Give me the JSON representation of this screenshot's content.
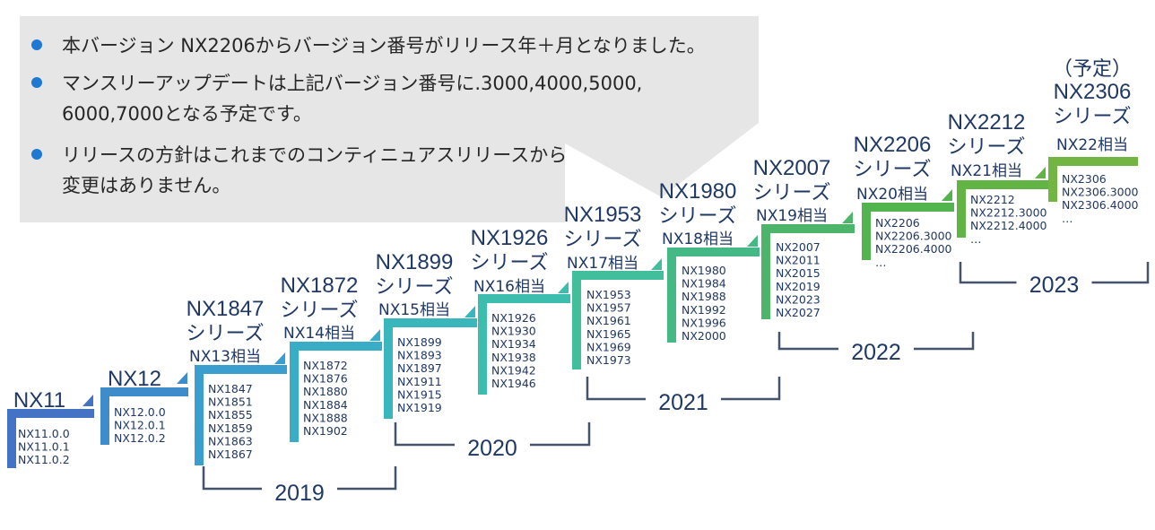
{
  "callout": {
    "bullets": [
      {
        "lines": [
          "本バージョン NX2206からバージョン番号がリリース年＋月となりました。"
        ]
      },
      {
        "lines": [
          "マンスリーアップデートは上記バージョン番号に.3000,4000,5000,",
          "6000,7000となる予定です。"
        ]
      },
      {
        "lines": [
          "リリースの方針はこれまでのコンティニュアスリリースから",
          "変更はありません。"
        ]
      }
    ]
  },
  "releases": [
    {
      "id": "nx11",
      "title": [
        "NX11"
      ],
      "equiv": "",
      "versions": [
        "NX11.0.0",
        "NX11.0.1",
        "NX11.0.2"
      ],
      "color": "#4472C4"
    },
    {
      "id": "nx12",
      "title": [
        "NX12"
      ],
      "equiv": "",
      "versions": [
        "NX12.0.0",
        "NX12.0.1",
        "NX12.0.2"
      ],
      "color": "#3F8CCB"
    },
    {
      "id": "nx1847",
      "title": [
        "NX1847",
        "シリーズ"
      ],
      "equiv": "NX13相当",
      "versions": [
        "NX1847",
        "NX1851",
        "NX1855",
        "NX1859",
        "NX1863",
        "NX1867"
      ],
      "color": "#3A9ECE"
    },
    {
      "id": "nx1872",
      "title": [
        "NX1872",
        "シリーズ"
      ],
      "equiv": "NX14相当",
      "versions": [
        "NX1872",
        "NX1876",
        "NX1880",
        "NX1884",
        "NX1888",
        "NX1902"
      ],
      "color": "#39ADC6"
    },
    {
      "id": "nx1899",
      "title": [
        "NX1899",
        "シリーズ"
      ],
      "equiv": "NX15相当",
      "versions": [
        "NX1899",
        "NX1893",
        "NX1897",
        "NX1911",
        "NX1915",
        "NX1919"
      ],
      "color": "#3AB7BC"
    },
    {
      "id": "nx1926",
      "title": [
        "NX1926",
        "シリーズ"
      ],
      "equiv": "NX16相当",
      "versions": [
        "NX1926",
        "NX1930",
        "NX1934",
        "NX1938",
        "NX1942",
        "NX1946"
      ],
      "color": "#3CBDAE"
    },
    {
      "id": "nx1953",
      "title": [
        "NX1953",
        "シリーズ"
      ],
      "equiv": "NX17相当",
      "versions": [
        "NX1953",
        "NX1957",
        "NX1961",
        "NX1965",
        "NX1969",
        "NX1973"
      ],
      "color": "#41BF9C"
    },
    {
      "id": "nx1980",
      "title": [
        "NX1980",
        "シリーズ"
      ],
      "equiv": "NX18相当",
      "versions": [
        "NX1980",
        "NX1984",
        "NX1988",
        "NX1992",
        "NX1996",
        "NX2000"
      ],
      "color": "#45B985"
    },
    {
      "id": "nx2007",
      "title": [
        "NX2007",
        "シリーズ"
      ],
      "equiv": "NX19相当",
      "versions": [
        "NX2007",
        "NX2011",
        "NX2015",
        "NX2019",
        "NX2023",
        "NX2027"
      ],
      "color": "#4DB56A"
    },
    {
      "id": "nx2206",
      "title": [
        "NX2206",
        "シリーズ"
      ],
      "equiv": "NX20相当",
      "versions": [
        "NX2206",
        "NX2206.3000",
        "NX2206.4000",
        "…"
      ],
      "color": "#52B44F"
    },
    {
      "id": "nx2212",
      "title": [
        "NX2212",
        "シリーズ"
      ],
      "equiv": "NX21相当",
      "versions": [
        "NX2212",
        "NX2212.3000",
        "NX2212.4000",
        "…"
      ],
      "color": "#62B445"
    },
    {
      "id": "nx2306",
      "title": [
        "（予定）",
        "NX2306",
        "シリーズ"
      ],
      "equiv": "NX22相当",
      "versions": [
        "NX2306",
        "NX2306.3000",
        "NX2306.4000",
        "…"
      ],
      "color": "#72B543"
    }
  ],
  "years": [
    {
      "label": "2019",
      "from": 2,
      "to": 4
    },
    {
      "label": "2020",
      "from": 4,
      "to": 6
    },
    {
      "label": "2021",
      "from": 6,
      "to": 8
    },
    {
      "label": "2022",
      "from": 8,
      "to": 10
    },
    {
      "label": "2023",
      "from": 10,
      "to": 12
    }
  ],
  "colors": {
    "callout_bg": "#E7E6E6",
    "bullet": "#1F78D1",
    "title_text": "#1F3864",
    "body_text": "#262626",
    "bracket": "#44546A"
  }
}
